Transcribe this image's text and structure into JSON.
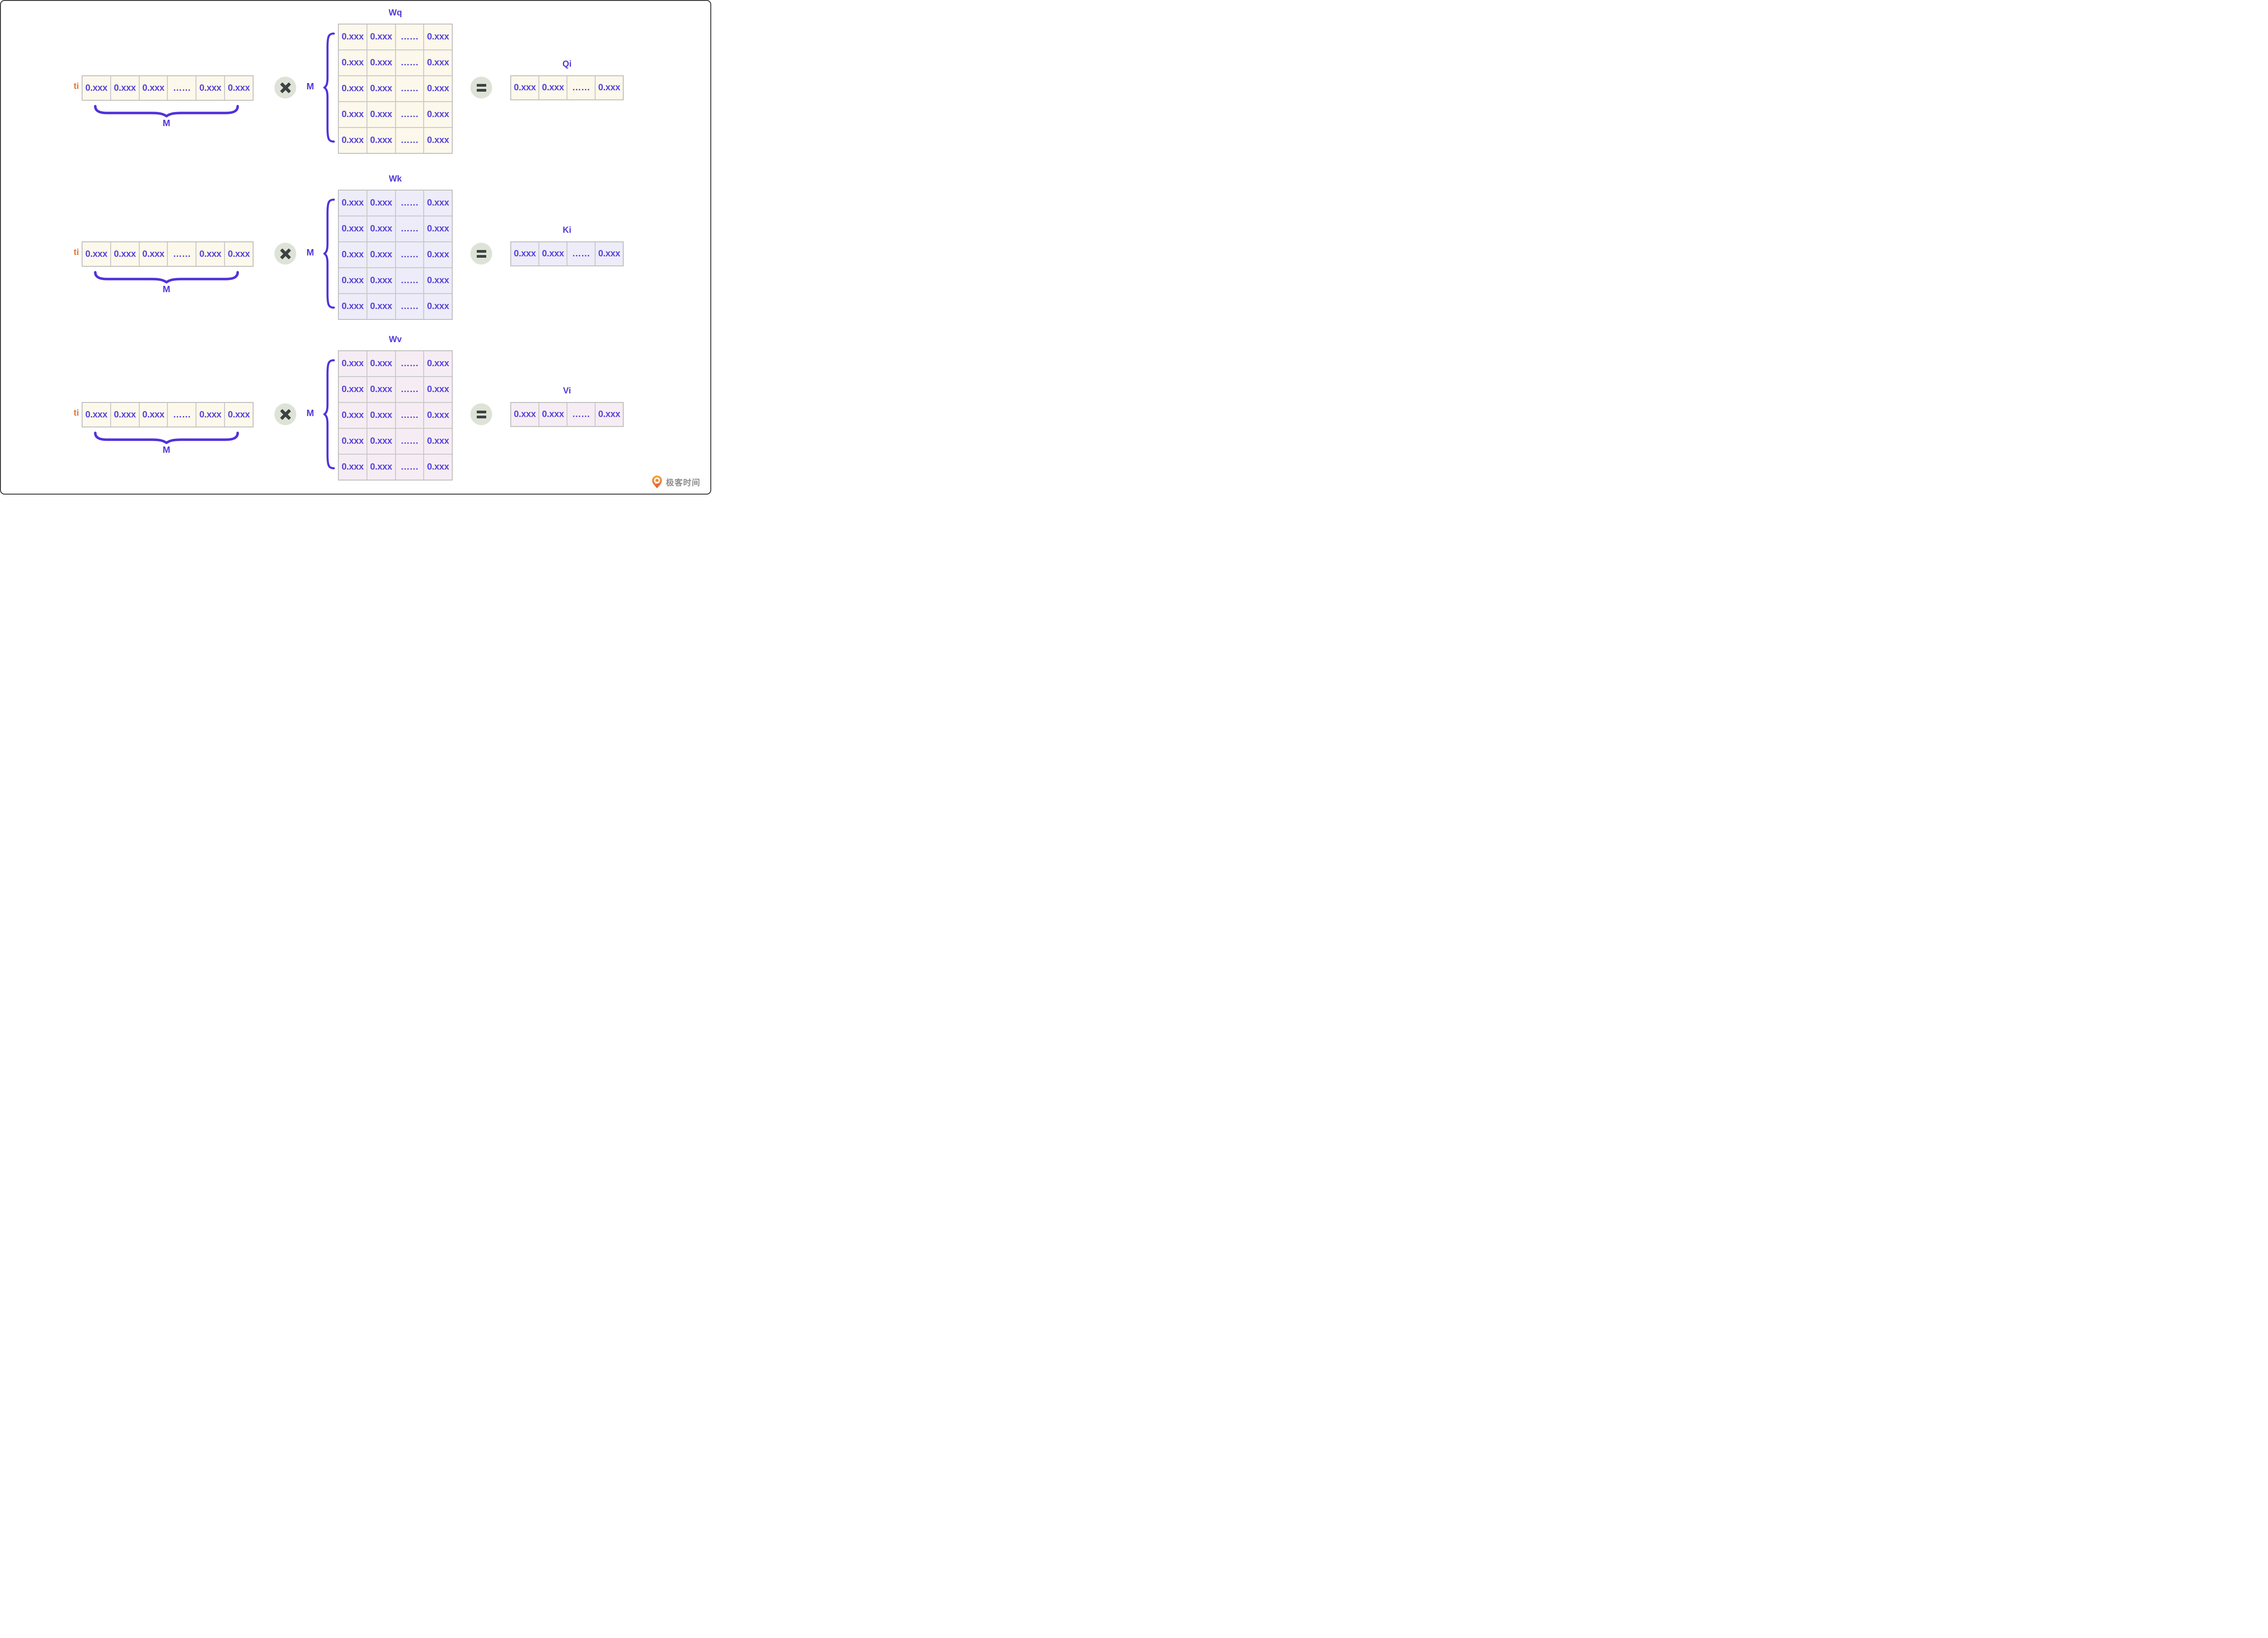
{
  "palette": {
    "cell_text_purple": "#5743da",
    "brace_purple": "#5132db",
    "ti_orange": "#df7530",
    "cream_bg": "#fcf8eb",
    "lavender_bg": "#edecf8",
    "pink_bg": "#f6edf4",
    "grid_line": "#c9c9c9",
    "operator_circle_bg": "#dde3d6",
    "operator_symbol": "#3f4142",
    "logo_text_gray": "#8d8d8d",
    "logo_orange": "#ee7632"
  },
  "icons": {
    "multiply": "×",
    "equals": "="
  },
  "rows": [
    {
      "input": {
        "label": "ti",
        "cells": [
          "0.xxx",
          "0.xxx",
          "0.xxx",
          "……",
          "0.xxx",
          "0.xxx"
        ],
        "brace_label": "M"
      },
      "matrix": {
        "label": "M",
        "title": "Wq",
        "theme": "cream",
        "rows": [
          [
            "0.xxx",
            "0.xxx",
            "……",
            "0.xxx"
          ],
          [
            "0.xxx",
            "0.xxx",
            "……",
            "0.xxx"
          ],
          [
            "0.xxx",
            "0.xxx",
            "……",
            "0.xxx"
          ],
          [
            "0.xxx",
            "0.xxx",
            "……",
            "0.xxx"
          ],
          [
            "0.xxx",
            "0.xxx",
            "……",
            "0.xxx"
          ]
        ]
      },
      "result": {
        "title": "Qi",
        "cells": [
          "0.xxx",
          "0.xxx",
          "……",
          "0.xxx"
        ]
      }
    },
    {
      "input": {
        "label": "ti",
        "cells": [
          "0.xxx",
          "0.xxx",
          "0.xxx",
          "……",
          "0.xxx",
          "0.xxx"
        ],
        "brace_label": "M"
      },
      "matrix": {
        "label": "M",
        "title": "Wk",
        "theme": "lavender",
        "rows": [
          [
            "0.xxx",
            "0.xxx",
            "……",
            "0.xxx"
          ],
          [
            "0.xxx",
            "0.xxx",
            "……",
            "0.xxx"
          ],
          [
            "0.xxx",
            "0.xxx",
            "……",
            "0.xxx"
          ],
          [
            "0.xxx",
            "0.xxx",
            "……",
            "0.xxx"
          ],
          [
            "0.xxx",
            "0.xxx",
            "……",
            "0.xxx"
          ]
        ]
      },
      "result": {
        "title": "Ki",
        "cells": [
          "0.xxx",
          "0.xxx",
          "……",
          "0.xxx"
        ]
      }
    },
    {
      "input": {
        "label": "ti",
        "cells": [
          "0.xxx",
          "0.xxx",
          "0.xxx",
          "……",
          "0.xxx",
          "0.xxx"
        ],
        "brace_label": "M"
      },
      "matrix": {
        "label": "M",
        "title": "Wv",
        "theme": "pink",
        "rows": [
          [
            "0.xxx",
            "0.xxx",
            "……",
            "0.xxx"
          ],
          [
            "0.xxx",
            "0.xxx",
            "……",
            "0.xxx"
          ],
          [
            "0.xxx",
            "0.xxx",
            "……",
            "0.xxx"
          ],
          [
            "0.xxx",
            "0.xxx",
            "……",
            "0.xxx"
          ],
          [
            "0.xxx",
            "0.xxx",
            "……",
            "0.xxx"
          ]
        ]
      },
      "result": {
        "title": "Vi",
        "cells": [
          "0.xxx",
          "0.xxx",
          "……",
          "0.xxx"
        ]
      }
    }
  ],
  "footer": {
    "logo_text": "极客时间"
  }
}
